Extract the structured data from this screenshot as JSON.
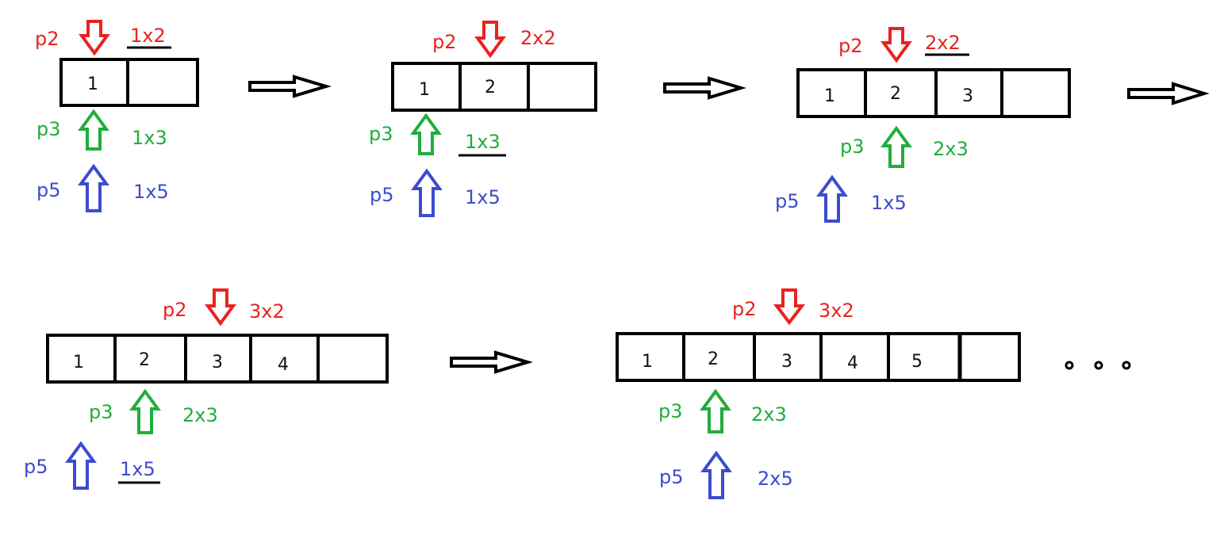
{
  "colors": {
    "p2": "#e8231f",
    "p3": "#1fae3c",
    "p5": "#3d4bcf",
    "box": "#000000"
  },
  "ellipsis": "...",
  "stages": [
    {
      "cells": [
        "1",
        ""
      ],
      "pointers": [
        {
          "name": "p2",
          "label": "p2",
          "product": "1x2",
          "underlined": true
        },
        {
          "name": "p3",
          "label": "p3",
          "product": "1x3",
          "underlined": false
        },
        {
          "name": "p5",
          "label": "p5",
          "product": "1x5",
          "underlined": false
        }
      ]
    },
    {
      "cells": [
        "1",
        "2",
        ""
      ],
      "pointers": [
        {
          "name": "p2",
          "label": "p2",
          "product": "2x2",
          "underlined": false
        },
        {
          "name": "p3",
          "label": "p3",
          "product": "1x3",
          "underlined": true
        },
        {
          "name": "p5",
          "label": "p5",
          "product": "1x5",
          "underlined": false
        }
      ]
    },
    {
      "cells": [
        "1",
        "2",
        "3",
        ""
      ],
      "pointers": [
        {
          "name": "p2",
          "label": "p2",
          "product": "2x2",
          "underlined": true
        },
        {
          "name": "p3",
          "label": "p3",
          "product": "2x3",
          "underlined": false
        },
        {
          "name": "p5",
          "label": "p5",
          "product": "1x5",
          "underlined": false
        }
      ]
    },
    {
      "cells": [
        "1",
        "2",
        "3",
        "4",
        ""
      ],
      "pointers": [
        {
          "name": "p2",
          "label": "p2",
          "product": "3x2",
          "underlined": false
        },
        {
          "name": "p3",
          "label": "p3",
          "product": "2x3",
          "underlined": false
        },
        {
          "name": "p5",
          "label": "p5",
          "product": "1x5",
          "underlined": true
        }
      ]
    },
    {
      "cells": [
        "1",
        "2",
        "3",
        "4",
        "5",
        ""
      ],
      "pointers": [
        {
          "name": "p2",
          "label": "p2",
          "product": "3x2",
          "underlined": false
        },
        {
          "name": "p3",
          "label": "p3",
          "product": "2x3",
          "underlined": false
        },
        {
          "name": "p5",
          "label": "p5",
          "product": "2x5",
          "underlined": false
        }
      ]
    }
  ]
}
